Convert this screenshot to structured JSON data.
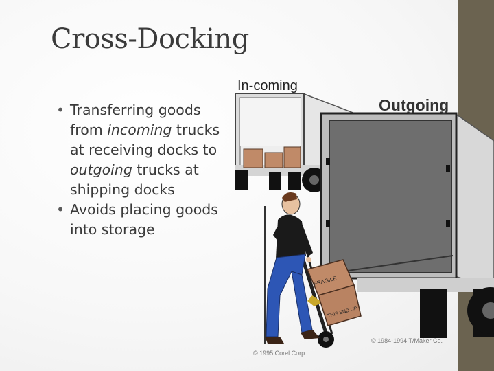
{
  "slide": {
    "title": "Cross-Docking",
    "bullets": [
      {
        "parts": [
          {
            "text": "Transferring goods from ",
            "italic": false
          },
          {
            "text": "incoming",
            "italic": true
          },
          {
            "text": " trucks at receiving docks to ",
            "italic": false
          },
          {
            "text": "outgoing",
            "italic": true
          },
          {
            "text": " trucks at shipping docks",
            "italic": false
          }
        ]
      },
      {
        "parts": [
          {
            "text": "Avoids placing goods into storage",
            "italic": false
          }
        ]
      }
    ],
    "bullet_glyph": "•"
  },
  "illustration": {
    "incoming_label": "In-coming",
    "outgoing_label": "Outgoing",
    "box_label_1": "FRAGILE",
    "box_label_2": "THIS END UP",
    "copyright_1": "© 1984-1994 T/Maker Co.",
    "copyright_2": "© 1995 Corel Corp."
  },
  "colors": {
    "accent_bar": "#6b6350",
    "truck_panel": "#6e6e6e",
    "box": "#c08a68"
  }
}
